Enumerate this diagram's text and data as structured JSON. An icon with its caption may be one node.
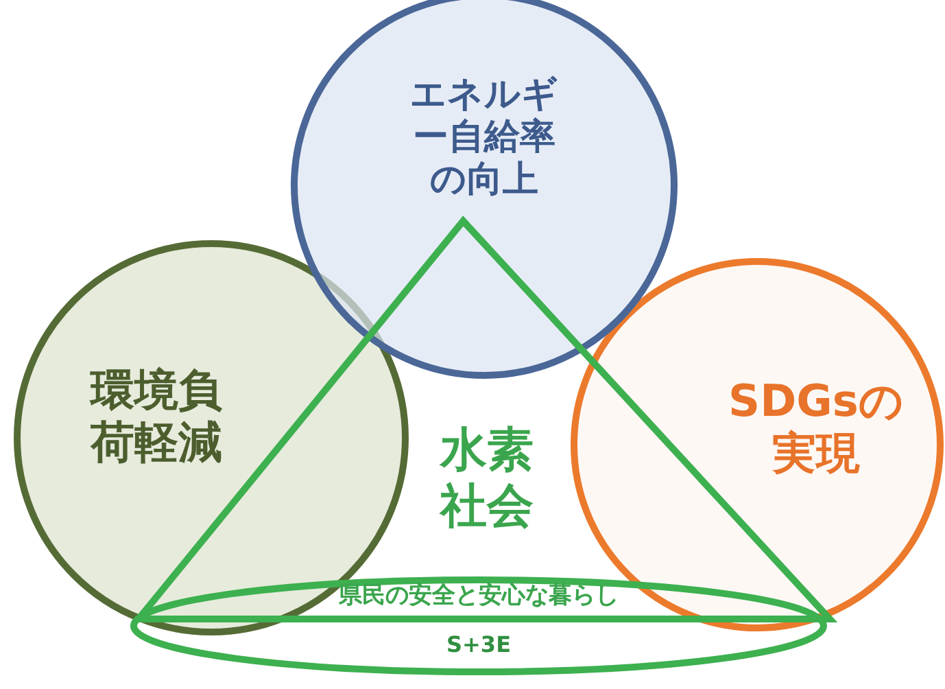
{
  "diagram": {
    "nodes": [
      {
        "text": [
          "エネルギー自給率の向上"
        ]
      },
      {
        "text": [
          "環境負荷軽減"
        ]
      },
      {
        "text": [
          "SDGsの実現"
        ]
      },
      {
        "text": [
          "水素社会"
        ]
      },
      {
        "text": [
          "県民の安全と安心な暮らし",
          "S+3E"
        ]
      }
    ]
  }
}
